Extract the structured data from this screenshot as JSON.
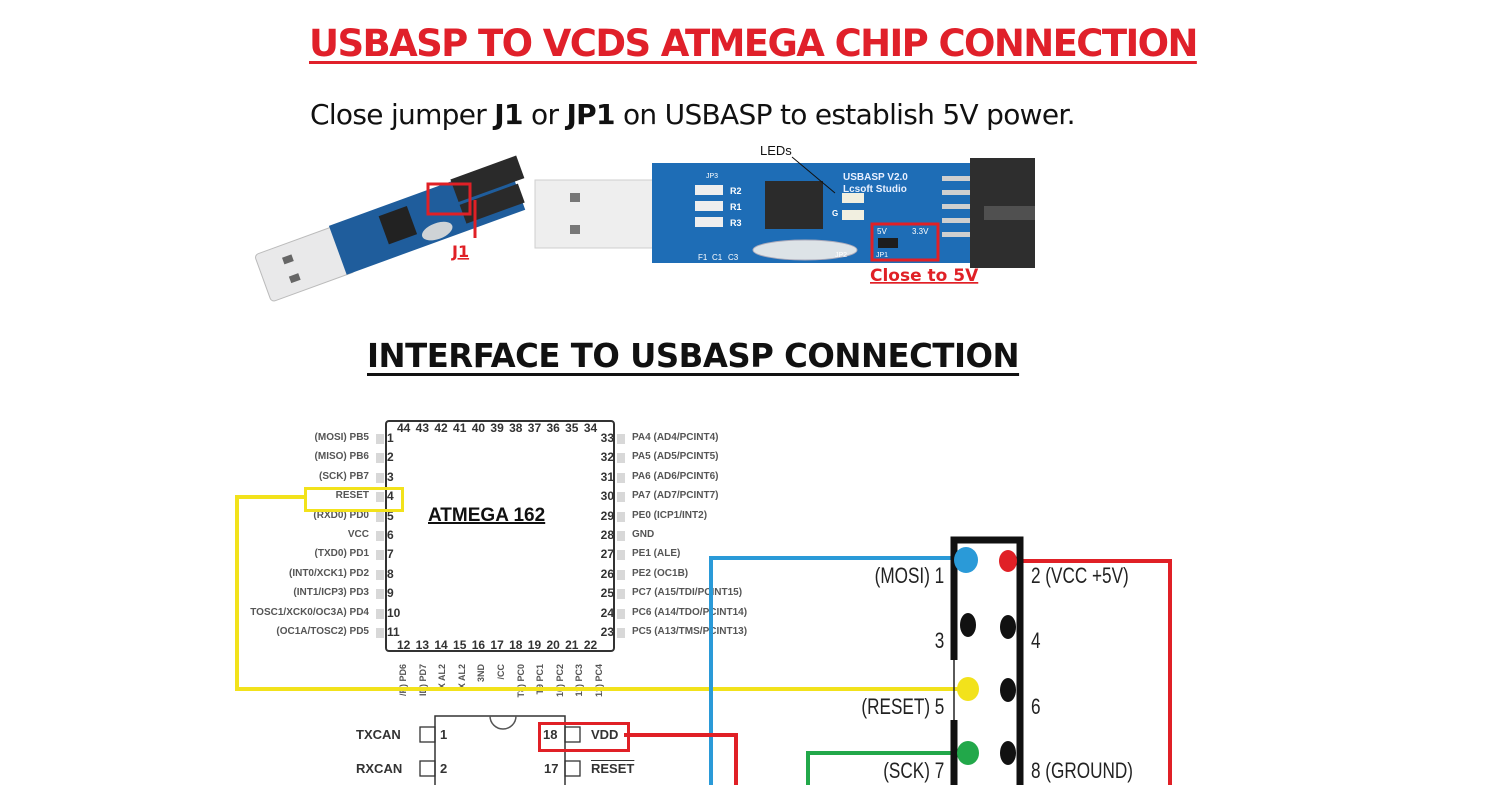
{
  "document": {
    "title": "USBASP TO VCDS ATMEGA CHIP CONNECTION",
    "instruction": {
      "prefix": "Close jumper ",
      "j1": "J1",
      "middle": " or ",
      "jp1": "JP1",
      "suffix": " on USBASP to establish 5V power."
    }
  },
  "photos": {
    "left_board": {
      "jumper_label": "J1"
    },
    "right_board": {
      "leds_label": "LEDs",
      "silk_title": "USBASP V2.0",
      "silk_subtitle": "Lcsoft Studio",
      "r_labels": [
        "R2",
        "R1",
        "R3"
      ],
      "bottom_labels": [
        "F1",
        "C1",
        "C3"
      ],
      "jp_labels": [
        "JP3",
        "JP2",
        "JP1"
      ],
      "jumper_options": [
        "5V",
        "3.3V"
      ],
      "led_label": "G",
      "callout": "Close to 5V"
    }
  },
  "diagram": {
    "title": "INTERFACE TO USBASP CONNECTION",
    "chip_name": "ATMEGA 162",
    "top_pins": "44 43 42 41 40 39 38 37 36 35 34",
    "bottom_pins": "12 13 14 15 16 17 18 19 20 21 22",
    "left_pins": [
      {
        "num": "1",
        "label": "(MOSI) PB5"
      },
      {
        "num": "2",
        "label": "(MISO) PB6"
      },
      {
        "num": "3",
        "label": "(SCK) PB7"
      },
      {
        "num": "4",
        "label": "RESET"
      },
      {
        "num": "5",
        "label": "(RXD0) PD0"
      },
      {
        "num": "6",
        "label": "VCC"
      },
      {
        "num": "7",
        "label": "(TXD0) PD1"
      },
      {
        "num": "8",
        "label": "(INT0/XCK1) PD2"
      },
      {
        "num": "9",
        "label": "(INT1/ICP3) PD3"
      },
      {
        "num": "10",
        "label": "TOSC1/XCK0/OC3A) PD4"
      },
      {
        "num": "11",
        "label": "(OC1A/TOSC2) PD5"
      }
    ],
    "right_pins": [
      {
        "num": "33",
        "label": "PA4 (AD4/PCINT4)"
      },
      {
        "num": "32",
        "label": "PA5 (AD5/PCINT5)"
      },
      {
        "num": "31",
        "label": "PA6 (AD6/PCINT6)"
      },
      {
        "num": "30",
        "label": "PA7 (AD7/PCINT7)"
      },
      {
        "num": "29",
        "label": "PE0 (ICP1/INT2)"
      },
      {
        "num": "28",
        "label": "GND"
      },
      {
        "num": "27",
        "label": "PE1 (ALE)"
      },
      {
        "num": "26",
        "label": "PE2 (OC1B)"
      },
      {
        "num": "25",
        "label": "PC7 (A15/TDI/PCINT15)"
      },
      {
        "num": "24",
        "label": "PC6 (A14/TDO/PCINT14)"
      },
      {
        "num": "23",
        "label": "PC5 (A13/TMS/PCINT13)"
      }
    ],
    "bottom_pin_labels": [
      "/R) PD6",
      "ID) PD7",
      "X AL2",
      "X AL2",
      "3ND",
      "/CC",
      "T8) PC0",
      "T9 PC1",
      "10) PC2",
      "11) PC3",
      "12) PC4"
    ],
    "can_chip": {
      "left": [
        {
          "label": "TXCAN",
          "num": "1"
        },
        {
          "label": "RXCAN",
          "num": "2"
        }
      ],
      "right": [
        {
          "num": "18",
          "label": "VDD"
        },
        {
          "num": "17",
          "label": "RESET"
        }
      ]
    },
    "usbasp_header": {
      "left": [
        {
          "label": "(MOSI) 1",
          "color": "#2a9ad8"
        },
        {
          "label": "3",
          "color": "#111111"
        },
        {
          "label": "(RESET) 5",
          "color": "#f2e21b"
        },
        {
          "label": "(SCK) 7",
          "color": "#22a84a"
        }
      ],
      "right": [
        {
          "label": "2 (VCC +5V)",
          "color": "#e02026"
        },
        {
          "label": "4",
          "color": "#111111"
        },
        {
          "label": "6",
          "color": "#111111"
        },
        {
          "label": "8 (GROUND)",
          "color": "#111111"
        }
      ]
    },
    "wire_colors": {
      "mosi": "#2a9ad8",
      "reset": "#f2e21b",
      "vcc": "#e02026",
      "sck": "#22a84a"
    }
  }
}
